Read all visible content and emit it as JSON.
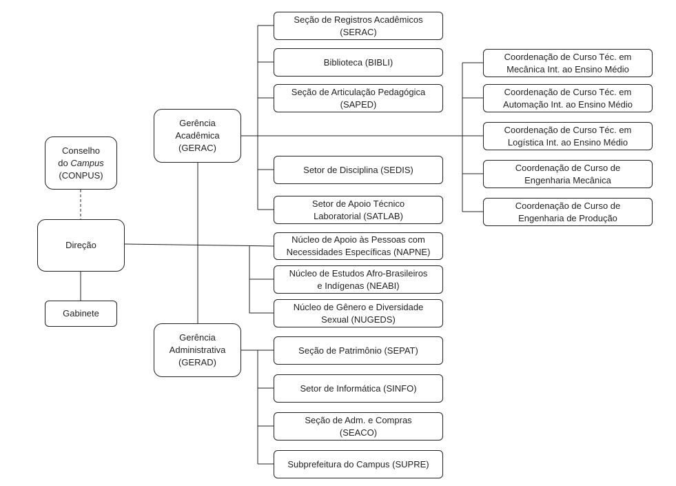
{
  "nodes": {
    "conpus": {
      "pre": "Conselho\ndo ",
      "em": "Campus",
      "post": "\n(CONPUS)"
    },
    "direcao": "Direção",
    "gabinete": "Gabinete",
    "gerac": "Gerência\nAcadêmica\n(GERAC)",
    "gerad": "Gerência\nAdministrativa\n(GERAD)",
    "serac": "Seção de Registros Acadêmicos\n(SERAC)",
    "bibli": "Biblioteca (BIBLI)",
    "saped": "Seção de Articulação Pedagógica\n(SAPED)",
    "sedis": "Setor de Disciplina (SEDIS)",
    "satlab": "Setor de Apoio Técnico\nLaboratorial (SATLAB)",
    "napne": "Núcleo de Apoio às Pessoas com\nNecessidades Específicas (NAPNE)",
    "neabi": "Núcleo de Estudos Afro-Brasileiros\ne Indígenas (NEABI)",
    "nugeds": "Núcleo de Gênero e Diversidade\nSexual (NUGEDS)",
    "sepat": "Seção de Patrimônio (SEPAT)",
    "sinfo": "Setor de Informática (SINFO)",
    "seaco": "Seção de Adm. e Compras\n(SEACO)",
    "supre": "Subprefeitura do Campus (SUPRE)",
    "coord_mecanica": "Coordenação de Curso Téc. em\nMecânica Int. ao Ensino Médio",
    "coord_automacao": "Coordenação de Curso Téc. em\nAutomação Int. ao Ensino Médio",
    "coord_logistica": "Coordenação de Curso Téc. em\nLogística Int. ao Ensino Médio",
    "coord_eng_mecanica": "Coordenação de Curso de\nEngenharia Mecânica",
    "coord_eng_producao": "Coordenação de Curso de\nEngenharia de Produção"
  },
  "colors": {
    "line": "#1f1f1f",
    "box_border": "#1f1f1f",
    "background": "#ffffff"
  }
}
